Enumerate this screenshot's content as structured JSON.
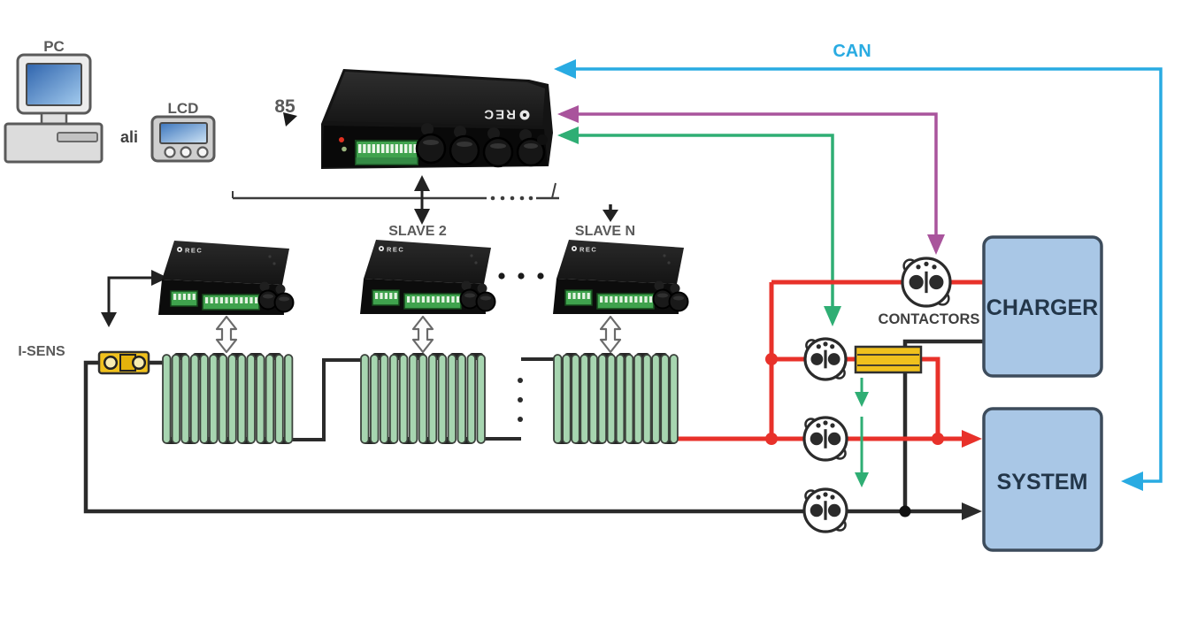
{
  "labels": {
    "pc": "PC",
    "connector_word": "ali",
    "lcd": "LCD",
    "rs485_partial": "85",
    "can_bus": "CAN",
    "slave2": "SLAVE 2",
    "slave_n": "SLAVE N",
    "current_sensor": "I-SENS",
    "contactors": "CONTACTORS"
  },
  "devices": {
    "master_unit": {
      "brand": "REC"
    },
    "slave_units": [
      {
        "brand": "REC"
      },
      {
        "brand": "REC"
      },
      {
        "brand": "REC"
      }
    ]
  },
  "boxes": {
    "charger": "CHARGER",
    "system": "SYSTEM"
  },
  "battery": {
    "stacks": [
      {
        "cells": 14
      },
      {
        "cells": 13
      },
      {
        "cells": 14
      }
    ]
  },
  "colors": {
    "can_bus": "#29abe2",
    "signal_magenta": "#a9549c",
    "signal_green": "#2fae74",
    "power_positive": "#e8312a",
    "power_negative": "#2b2b2b",
    "battery_cell": "#a7d5b0",
    "shunt_yellow": "#f0c11d",
    "box_fill": "#a9c7e6"
  }
}
